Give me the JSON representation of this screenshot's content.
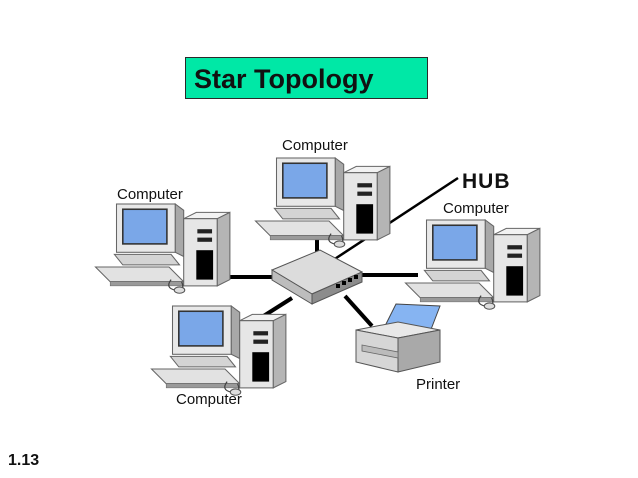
{
  "title": "Star Topology",
  "hub_label": "HUB",
  "nodes": {
    "computer_top": "Computer",
    "computer_left": "Computer",
    "computer_right": "Computer",
    "computer_bottom": "Computer",
    "printer": "Printer"
  },
  "slide_number": "1.13",
  "colors": {
    "title_bg": "#00e8a6",
    "screen": "#7aa7e8",
    "paper": "#86b4f2",
    "device_body": "#e4e4e4",
    "cable": "#000000"
  },
  "icons": {
    "computer": "desktop-computer-icon",
    "hub": "network-hub-icon",
    "printer": "printer-icon"
  }
}
